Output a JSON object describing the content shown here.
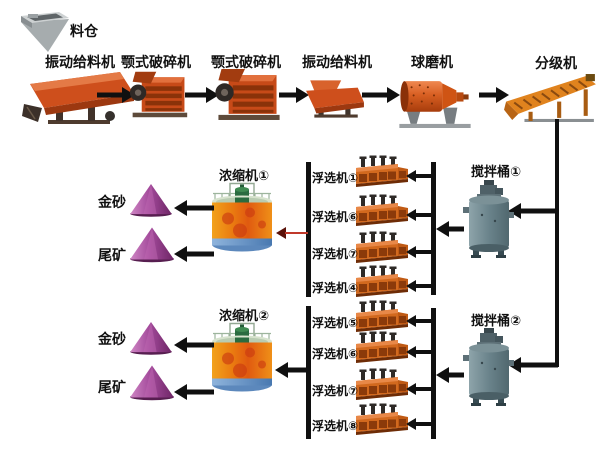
{
  "colors": {
    "background": "#ffffff",
    "machine_orange": "#cc4f1d",
    "classifier_orange": "#e0831e",
    "barrel_gray_blue": "#647c82",
    "thickener_orange": "#ef8c12",
    "thickener_base_blue": "#5c88bc",
    "cone_purple": "#9a3f92",
    "hopper_gray": "#a6acae",
    "arrow_black": "#101010",
    "arrow_red": "#8b1a10",
    "text": "#111111"
  },
  "icons": {
    "hopper": "hopper-bin-icon",
    "vibrating_feeder": "vibrating-feeder-icon",
    "jaw_crusher": "jaw-crusher-icon",
    "ball_mill": "ball-mill-icon",
    "spiral_classifier": "spiral-classifier-icon",
    "flotation_machine": "flotation-machine-icon",
    "mixing_barrel": "mixing-barrel-icon",
    "thickener": "thickener-tank-icon",
    "product_cone": "ore-pile-cone-icon"
  },
  "nodes": {
    "hopper": {
      "label": "料仓"
    },
    "feeder1": {
      "label": "振动给料机"
    },
    "crusher1": {
      "label": "颚式破碎机"
    },
    "crusher2": {
      "label": "颚式破碎机"
    },
    "feeder2": {
      "label": "振动给料机"
    },
    "ball_mill": {
      "label": "球磨机"
    },
    "classifier": {
      "label": "分级机"
    },
    "mixer1": {
      "label": "搅拌桶①"
    },
    "mixer2": {
      "label": "搅拌桶②"
    },
    "thickener1": {
      "label": "浓缩机①"
    },
    "thickener2": {
      "label": "浓缩机②"
    },
    "flotation_bank1": {
      "items": [
        {
          "label": "浮选机①"
        },
        {
          "label": "浮选机⑥"
        },
        {
          "label": "浮选机⑦"
        },
        {
          "label": "浮选机④"
        }
      ]
    },
    "flotation_bank2": {
      "items": [
        {
          "label": "浮选机⑤"
        },
        {
          "label": "浮选机⑥"
        },
        {
          "label": "浮选机⑦"
        },
        {
          "label": "浮选机⑧"
        }
      ]
    },
    "products1": {
      "gold": "金砂",
      "tailings": "尾矿"
    },
    "products2": {
      "gold": "金砂",
      "tailings": "尾矿"
    }
  }
}
